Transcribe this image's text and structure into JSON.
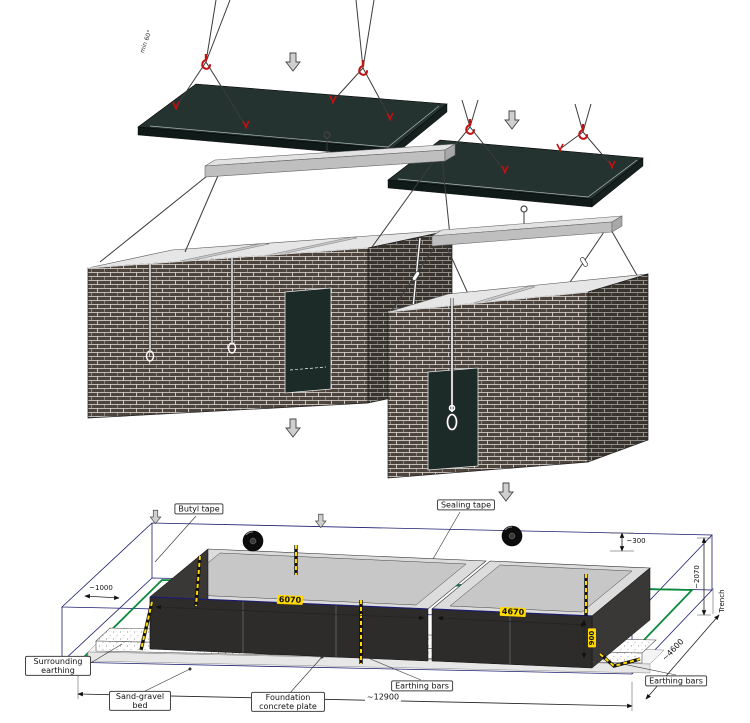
{
  "labels": {
    "min_sling_angle": "min 60°",
    "butyl_tape": "Butyl tape",
    "sealing_tape": "Sealing tape",
    "surrounding_earthing": "Surrounding earthing",
    "sand_gravel_bed": "Sand-gravel bed",
    "foundation_concrete_plate": "Foundation concrete plate",
    "earthing_bars_center": "Earthing bars",
    "earthing_bars_right": "Earthing bars",
    "trench": "Trench"
  },
  "dimensions": {
    "module1_length": "6070",
    "module2_length": "4670",
    "overall_length": "~12900",
    "overall_width": "~4600",
    "trench_depth": "~2070",
    "rim_offset": "~300",
    "wall_height": "900",
    "side_clearance": "~1000"
  },
  "colors": {
    "highlight_yellow": "#FFD900",
    "earthing_green": "#0A8A3A",
    "hook_red": "#C11212",
    "roof_panel": "#243230",
    "wireframe_navy": "#1D1D70"
  }
}
